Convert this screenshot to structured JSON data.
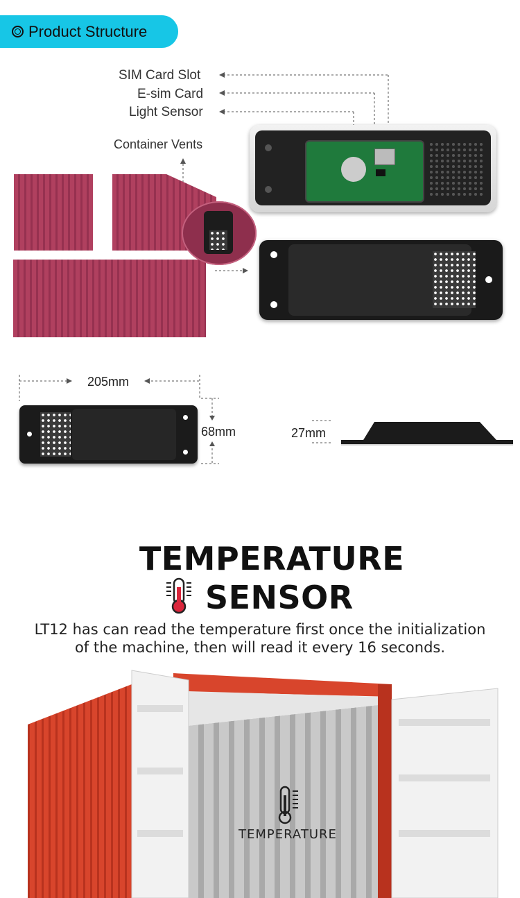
{
  "header": {
    "title": "Product Structure"
  },
  "structure": {
    "labels": {
      "sim_card_slot": "SIM Card Slot",
      "esim_card": "E-sim Card",
      "light_sensor": "Light Sensor",
      "container_vents": "Container Vents"
    }
  },
  "dimensions": {
    "length": "205mm",
    "width": "68mm",
    "height": "27mm"
  },
  "temperature": {
    "heading_line1": "TEMPERATURE",
    "heading_line2": "SENSOR",
    "description_line1": "LT12 has can read the temperature first once the initialization",
    "description_line2": "of the machine, then will read it every 16 seconds.",
    "wall_label": "TEMPERATURE"
  },
  "colors": {
    "accent": "#17c6e6",
    "container_pink": "#b0405f",
    "container_red": "#d8452c",
    "thermometer_red": "#d9253b"
  }
}
